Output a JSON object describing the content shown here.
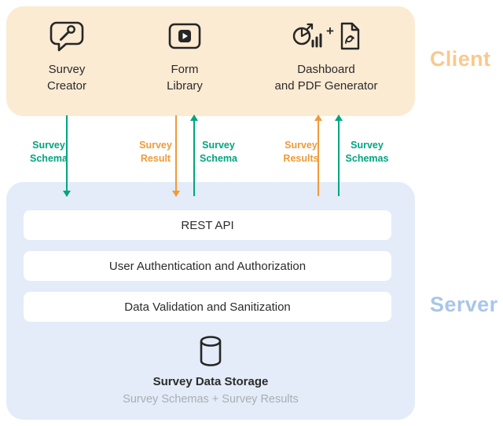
{
  "colors": {
    "client-bg": "#FBEBD3",
    "client-label": "#F9C98E",
    "server-bg": "#E3ECF8",
    "server-label": "#A9C6E9",
    "green": "#00A57F",
    "orange": "#F19A37",
    "ink": "#2B2B2B",
    "muted": "#A9AEB4"
  },
  "client": {
    "label": "Client",
    "items": [
      {
        "title": "Survey\nCreator",
        "icon": "chat-wrench-icon"
      },
      {
        "title": "Form\nLibrary",
        "icon": "video-player-icon"
      },
      {
        "title": "Dashboard\nand PDF Generator",
        "icon": "chart-and-pdf-icons",
        "plus": "+"
      }
    ]
  },
  "flows": [
    {
      "label": "Survey\nSchema",
      "direction": "down",
      "color": "green"
    },
    {
      "label": "Survey\nResult",
      "direction": "down",
      "color": "orange"
    },
    {
      "label": "Survey\nSchema",
      "direction": "up",
      "color": "green"
    },
    {
      "label": "Survey\nResults",
      "direction": "up",
      "color": "orange"
    },
    {
      "label": "Survey\nSchemas",
      "direction": "up",
      "color": "green"
    }
  ],
  "server": {
    "label": "Server",
    "layers": [
      {
        "label": "REST API"
      },
      {
        "label": "User Authentication and Authorization"
      },
      {
        "label": "Data Validation and Sanitization"
      }
    ],
    "storage": {
      "title": "Survey Data Storage",
      "subtitle": "Survey Schemas + Survey Results",
      "icon": "database-icon"
    }
  }
}
